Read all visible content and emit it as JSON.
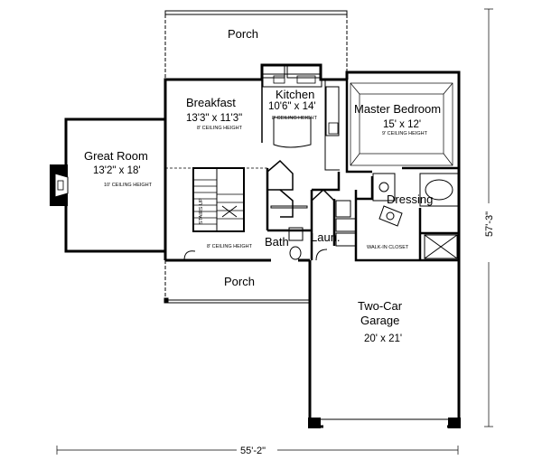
{
  "rooms": {
    "porch_top": {
      "name": "Porch"
    },
    "breakfast": {
      "name": "Breakfast",
      "dims": "13'3\" x 11'3\"",
      "ceiling": "8' CEILING HEIGHT"
    },
    "kitchen": {
      "name": "Kitchen",
      "dims": "10'6\" x 14'",
      "ceiling": "8' CEILING HEIGHT"
    },
    "master": {
      "name": "Master Bedroom",
      "dims": "15' x 12'",
      "ceiling": "9' CEILING HEIGHT"
    },
    "great_room": {
      "name": "Great Room",
      "dims": "13'2\" x 18'",
      "ceiling": "10' CEILING HEIGHT"
    },
    "dressing": {
      "name": "Dressing"
    },
    "bath": {
      "name": "Bath"
    },
    "laundry": {
      "name": "Laun."
    },
    "walk_in_closet": {
      "name": "WALK-IN CLOSET"
    },
    "stairs": {
      "name": "STAIRS UP"
    },
    "hall": {
      "ceiling": "8' CEILING HEIGHT"
    },
    "porch_bottom": {
      "name": "Porch"
    },
    "garage": {
      "name_line1": "Two-Car",
      "name_line2": "Garage",
      "dims": "20' x 21'"
    }
  },
  "dimensions": {
    "width": "55'-2\"",
    "depth": "57'-3\""
  }
}
